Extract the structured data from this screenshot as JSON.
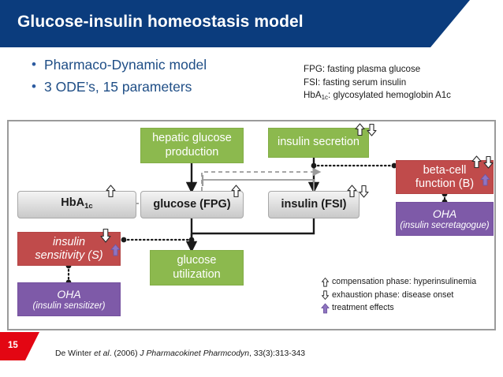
{
  "header": {
    "title": "Glucose-insulin homeostasis model",
    "bar_color": "#0b3c7d"
  },
  "bullets": [
    {
      "marker": "•",
      "text": "Pharmaco-Dynamic model"
    },
    {
      "marker": "•",
      "text": "3 ODE’s, 15 parameters"
    }
  ],
  "abbreviations": [
    {
      "term": "FPG",
      "definition": "fasting plasma glucose"
    },
    {
      "term": "FSI",
      "definition": "fasting serum insulin"
    },
    {
      "term": "HbA1c",
      "definition": "glycosylated hemoglobin A1c"
    }
  ],
  "abbrev_lines": {
    "fpg": "FPG: fasting plasma glucose",
    "fsi": "FSI: fasting serum insulin",
    "hba1c_prefix": "HbA",
    "hba1c_sub": "1c",
    "hba1c_suffix": ": glycosylated hemoglobin A1c"
  },
  "diagram": {
    "nodes": {
      "hepatic_production": {
        "label": "hepatic glucose production",
        "line1": "hepatic glucose",
        "line2": "production",
        "color": "#8cb94e",
        "kind": "process"
      },
      "insulin_secretion": {
        "label": "insulin secretion",
        "color": "#8cb94e",
        "kind": "process"
      },
      "glucose_utilization": {
        "label": "glucose utilization",
        "line1": "glucose",
        "line2": "utilization",
        "color": "#8cb94e",
        "kind": "process"
      },
      "hba1c": {
        "label": "HbA1c",
        "prefix": "HbA",
        "sub": "1c",
        "color": "#d0d0d0",
        "kind": "state"
      },
      "glucose": {
        "label": "glucose (FPG)",
        "color": "#d0d0d0",
        "kind": "state"
      },
      "insulin": {
        "label": "insulin (FSI)",
        "color": "#d0d0d0",
        "kind": "state"
      },
      "beta_cell": {
        "line1": "beta-cell",
        "line2": "function (B)",
        "color": "#c04b4b",
        "kind": "parameter"
      },
      "insulin_sensitivity": {
        "line1": "insulin",
        "line2": "sensitivity (S)",
        "color": "#c04b4b",
        "kind": "parameter"
      },
      "oha_secretagogue": {
        "line1": "OHA",
        "line2": "(insulin secretagogue)",
        "color": "#7e5aa8",
        "kind": "drug"
      },
      "oha_sensitizer": {
        "line1": "OHA",
        "line2": "(insulin sensitizer)",
        "color": "#7e5aa8",
        "kind": "drug"
      }
    }
  },
  "legend": {
    "items": [
      {
        "icon": "arrow-up-outline-icon",
        "text": "compensation phase: hyperinsulinemia"
      },
      {
        "icon": "arrow-down-outline-icon",
        "text": "exhaustion phase: disease onset"
      },
      {
        "icon": "arrow-up-solid-purple-icon",
        "text": "treatment effects"
      }
    ]
  },
  "footer": {
    "slide_number": "15",
    "tag_color": "#e30613",
    "citation_part1": "De Winter ",
    "citation_italic1": "et al",
    "citation_part2": ". (2006) ",
    "citation_italic2": "J Pharmacokinet Pharmcodyn",
    "citation_part3": ", 33(3):313-343"
  }
}
